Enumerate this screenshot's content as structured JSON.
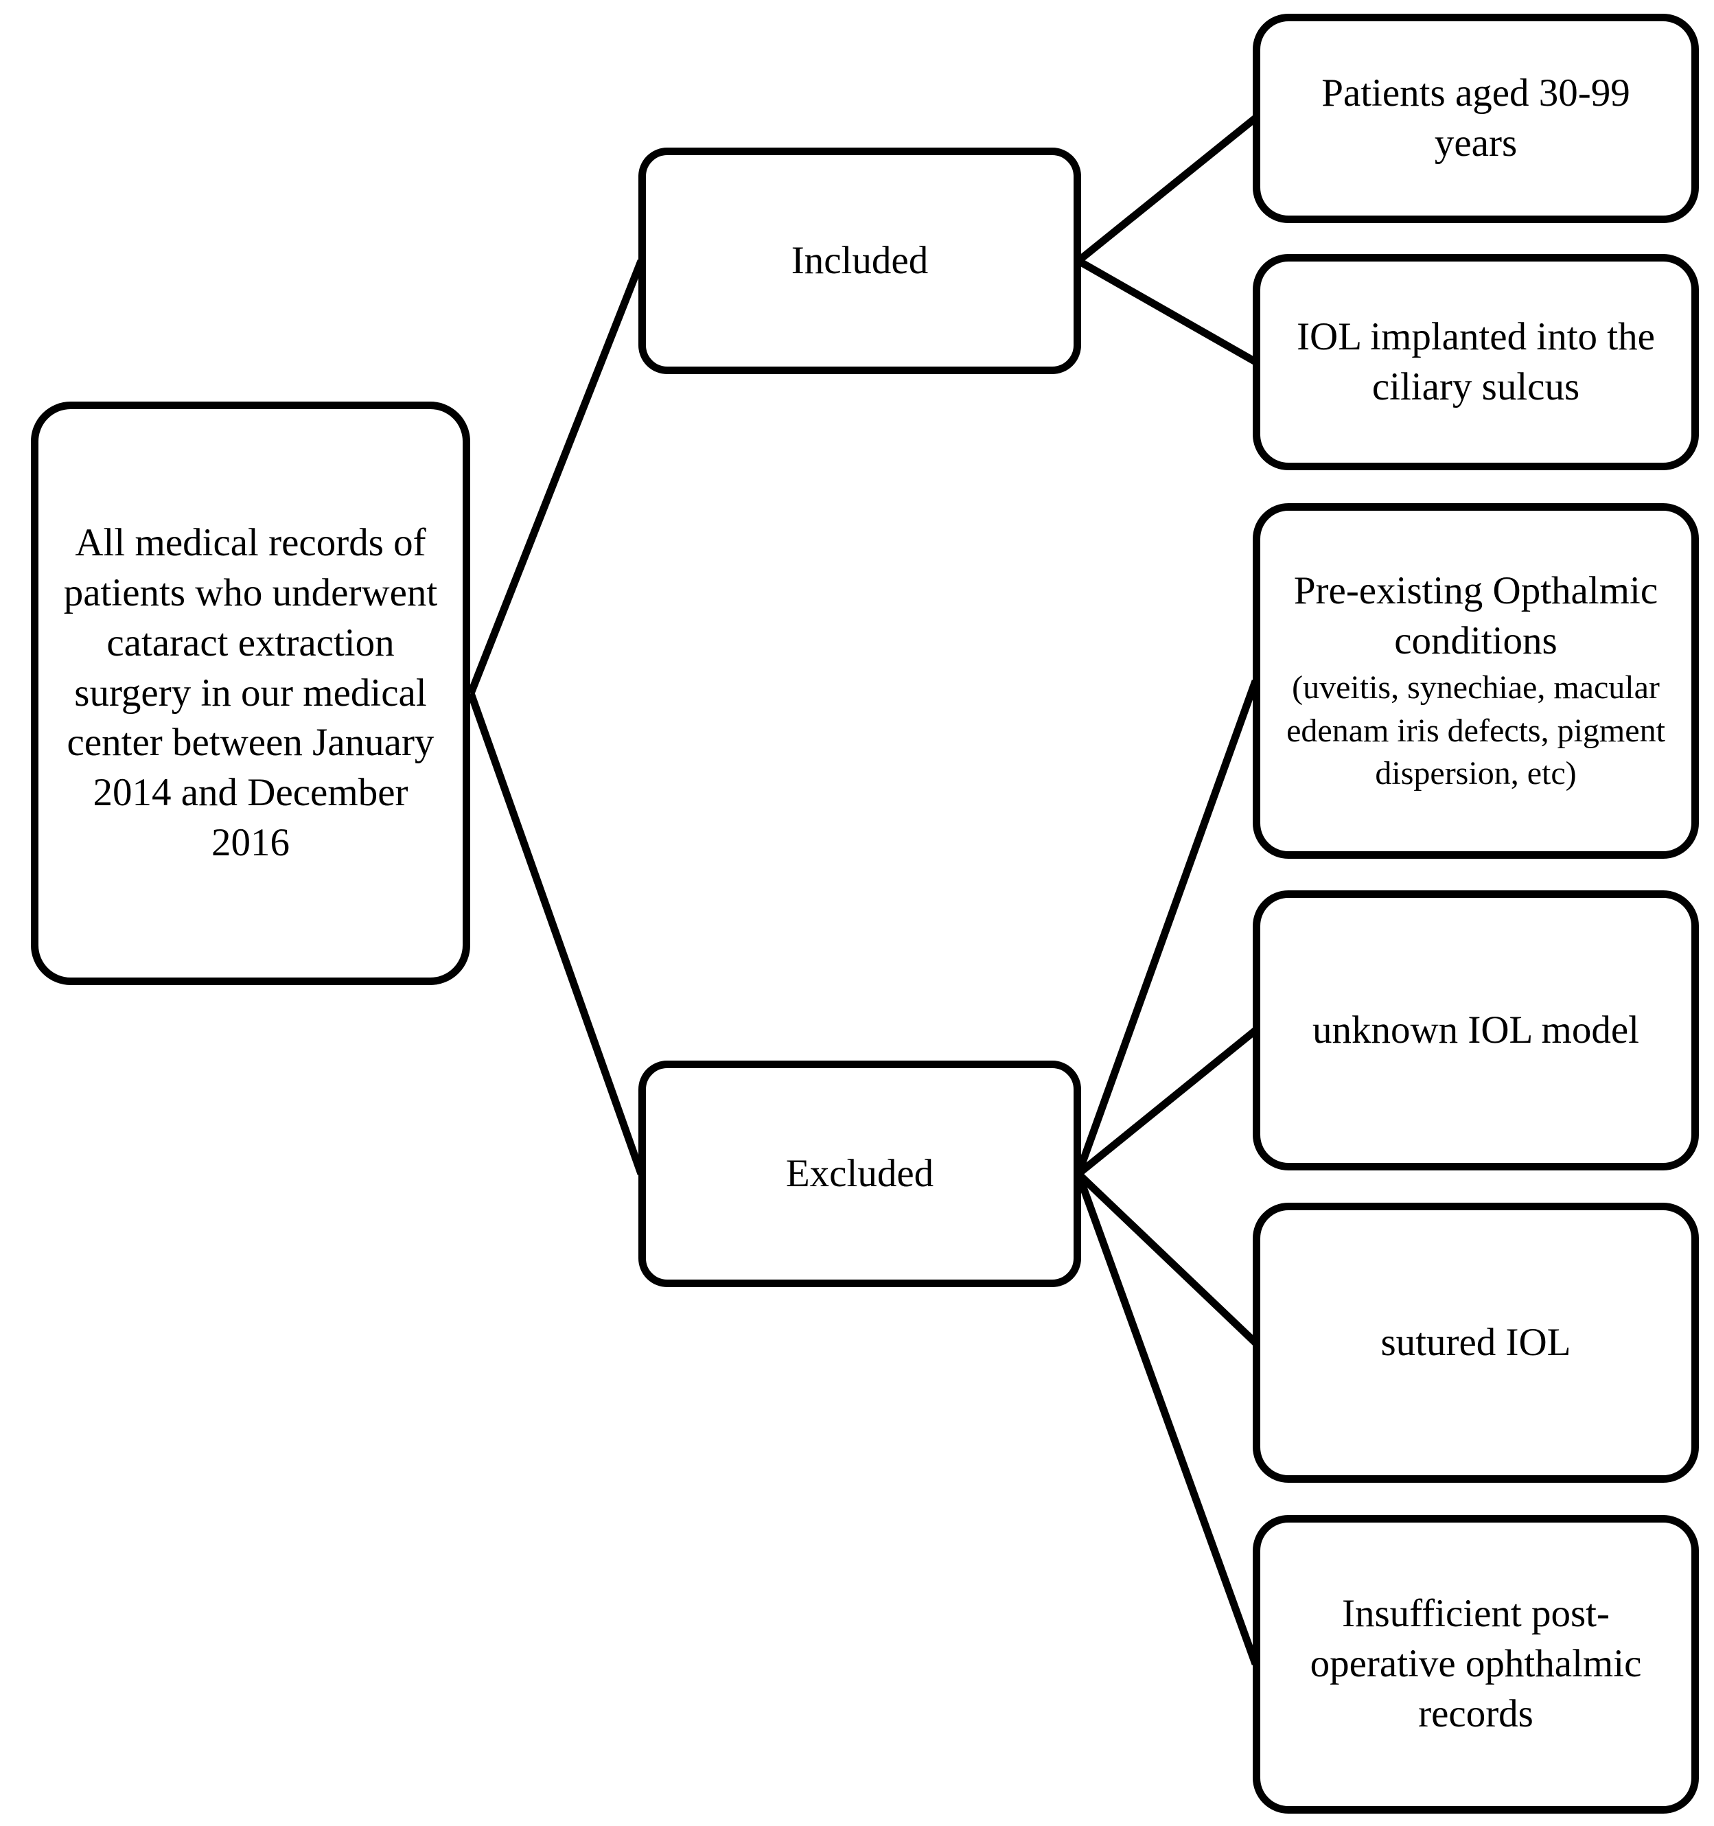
{
  "flowchart": {
    "source_box": {
      "label": "All medical records of patients who underwent cataract extraction surgery in our medical center between January 2014 and December 2016"
    },
    "branches": [
      {
        "label": "Included"
      },
      {
        "label": "Excluded"
      }
    ],
    "included_criteria": [
      {
        "label": "Patients aged 30-99 years"
      },
      {
        "label": "IOL implanted into the ciliary sulcus"
      }
    ],
    "excluded_criteria": [
      {
        "label": "Pre-existing Opthalmic conditions",
        "detail": "(uveitis, synechiae, macular edenam iris defects, pigment dispersion, etc)"
      },
      {
        "label": "unknown IOL model"
      },
      {
        "label": "sutured IOL"
      },
      {
        "label": "Insufficient post-operative ophthalmic records"
      }
    ],
    "style": {
      "line_color": "#000000",
      "box_fill": "#ffffff",
      "text_color": "#000000"
    }
  }
}
